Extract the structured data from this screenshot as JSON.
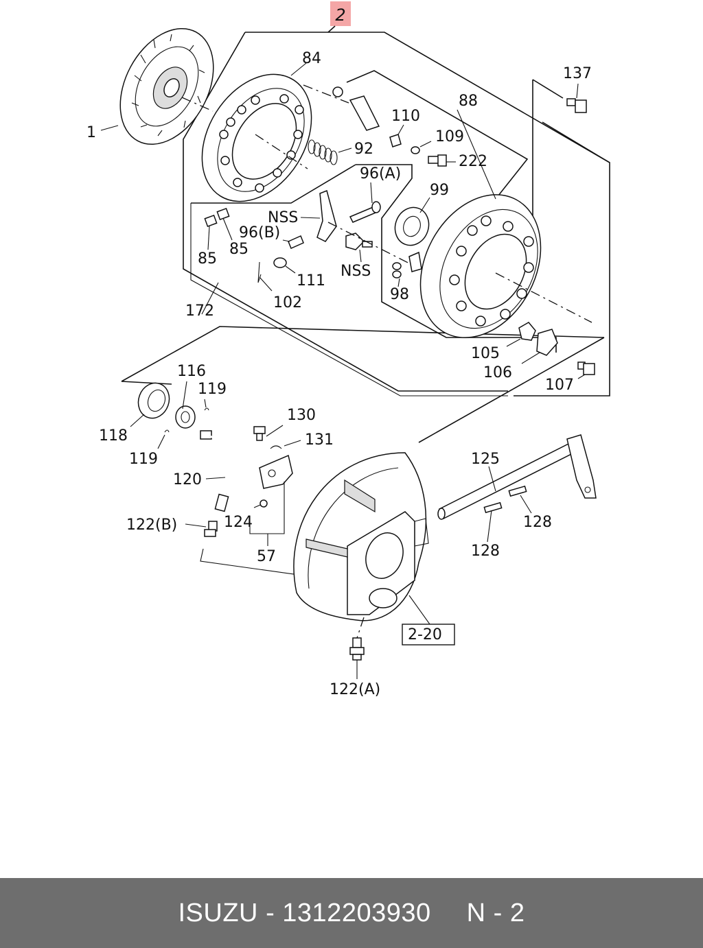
{
  "diagram": {
    "group_label": "2",
    "callouts": {
      "c1": "1",
      "c2_20": "2-20",
      "c57": "57",
      "c84": "84",
      "c85a": "85",
      "c85b": "85",
      "c88": "88",
      "c92": "92",
      "c96a": "96(A)",
      "c96b": "96(B)",
      "c98": "98",
      "c99": "99",
      "c102": "102",
      "c105": "105",
      "c106": "106",
      "c107": "107",
      "c109": "109",
      "c110": "110",
      "c111": "111",
      "c116": "116",
      "c118": "118",
      "c119a": "119",
      "c119b": "119",
      "c120": "120",
      "c122a": "122(A)",
      "c122b": "122(B)",
      "c124": "124",
      "c125": "125",
      "c128a": "128",
      "c128b": "128",
      "c130": "130",
      "c131": "131",
      "c137": "137",
      "c172": "172",
      "c222": "222",
      "nss1": "NSS",
      "nss2": "NSS"
    }
  },
  "footer": {
    "brand": "ISUZU",
    "separator": "-",
    "part_number": "1312203930",
    "page_ref": "N - 2"
  }
}
